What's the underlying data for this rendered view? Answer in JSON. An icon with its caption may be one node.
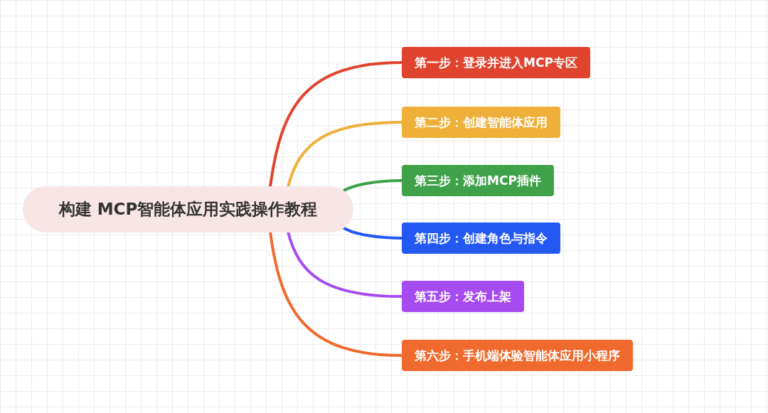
{
  "diagram": {
    "nodes": [
      {
        "text": [
          "构建 MCP智能体应用实践操作教程"
        ]
      },
      {
        "text": [
          "第一步：登录并进入MCP专区"
        ]
      },
      {
        "text": [
          "第二步：创建智能体应用"
        ]
      },
      {
        "text": [
          "第三步：添加MCP插件"
        ]
      },
      {
        "text": [
          "第四步：创建角色与指令"
        ]
      },
      {
        "text": [
          "第五步：发布上架"
        ]
      },
      {
        "text": [
          "第六步：手机端体验智能体应用小程序"
        ]
      }
    ],
    "edges": [
      {
        "from": 0,
        "to": 1,
        "arrow": "none",
        "color": "#e0442f"
      },
      {
        "from": 0,
        "to": 2,
        "arrow": "none",
        "color": "#efb03a"
      },
      {
        "from": 0,
        "to": 3,
        "arrow": "none",
        "color": "#3fa24a"
      },
      {
        "from": 0,
        "to": 4,
        "arrow": "none",
        "color": "#2458f5"
      },
      {
        "from": 0,
        "to": 5,
        "arrow": "none",
        "color": "#a64bf0"
      },
      {
        "from": 0,
        "to": 6,
        "arrow": "none",
        "color": "#f06a2e"
      }
    ]
  }
}
